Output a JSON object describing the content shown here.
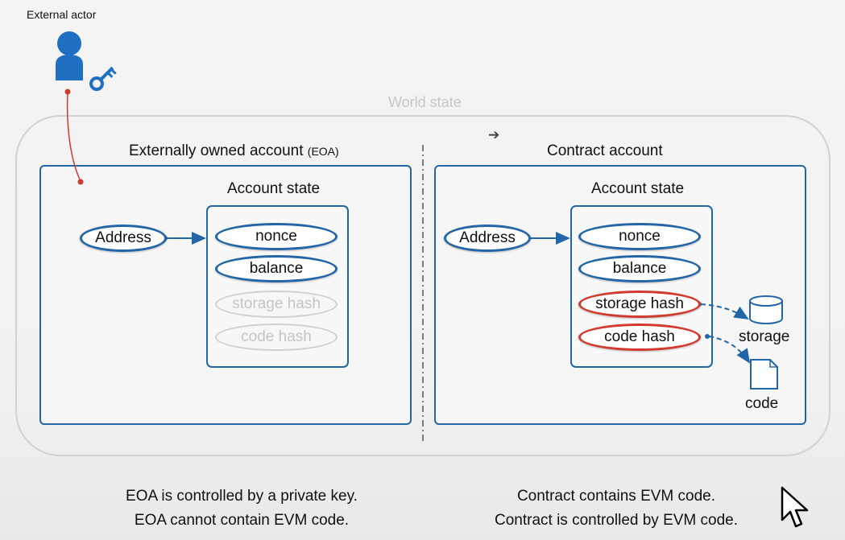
{
  "external_actor": {
    "label": "External actor"
  },
  "world_state": {
    "label": "World state"
  },
  "eoa": {
    "title": "Externally owned account",
    "title_suffix": "(EOA)",
    "state_label": "Account state",
    "address_label": "Address",
    "fields": [
      "nonce",
      "balance",
      "storage hash",
      "code hash"
    ]
  },
  "contract": {
    "title": "Contract account",
    "state_label": "Account state",
    "address_label": "Address",
    "fields": [
      "nonce",
      "balance",
      "storage hash",
      "code hash"
    ],
    "storage_label": "storage",
    "code_label": "code"
  },
  "captions": {
    "left": [
      "EOA is controlled by a private key.",
      "EOA cannot contain EVM code."
    ],
    "right": [
      "Contract contains EVM code.",
      "Contract is controlled by EVM code."
    ]
  },
  "colors": {
    "accent_blue": "#2266a8",
    "person_blue": "#1f6fc2",
    "link_red": "#d23a2e",
    "faded_gray": "#cfcfcf"
  },
  "icons": [
    "person-icon",
    "key-icon",
    "database-icon",
    "file-icon",
    "cursor-icon",
    "arrow-right-icon"
  ]
}
